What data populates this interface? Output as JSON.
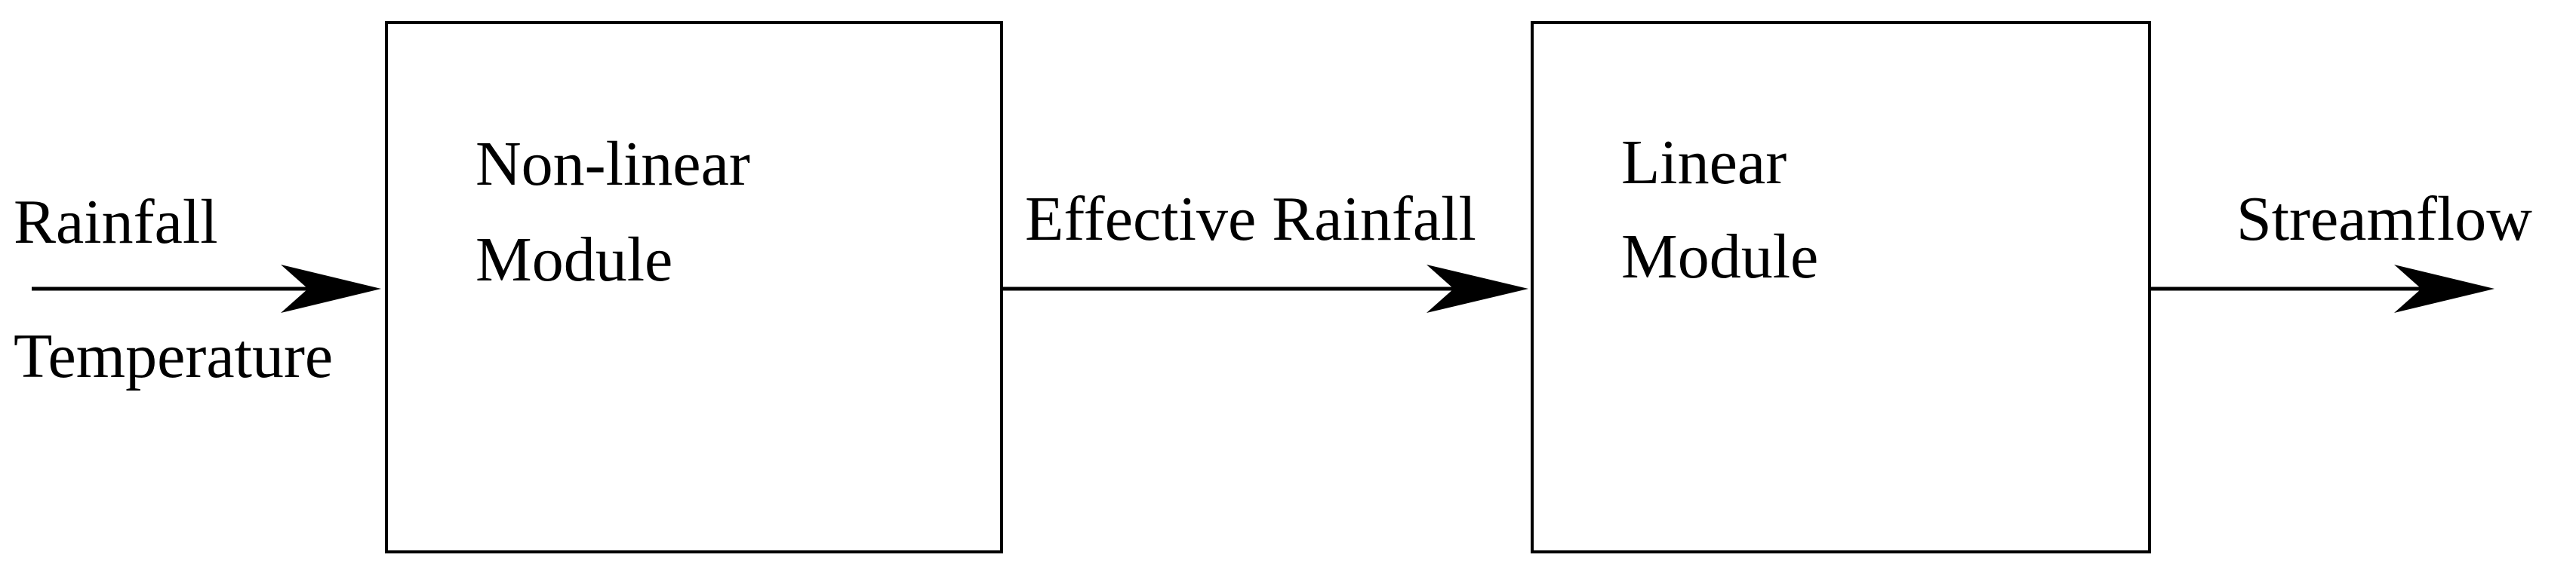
{
  "inputs": {
    "rainfall": "Rainfall",
    "temperature": "Temperature"
  },
  "nonlinear_module": {
    "line1": "Non-linear",
    "line2": "Module"
  },
  "intermediate": {
    "label": "Effective Rainfall"
  },
  "linear_module": {
    "line1": "Linear",
    "line2": "Module"
  },
  "output": {
    "label": "Streamflow"
  },
  "colors": {
    "stroke": "#000000",
    "background": "#ffffff"
  }
}
